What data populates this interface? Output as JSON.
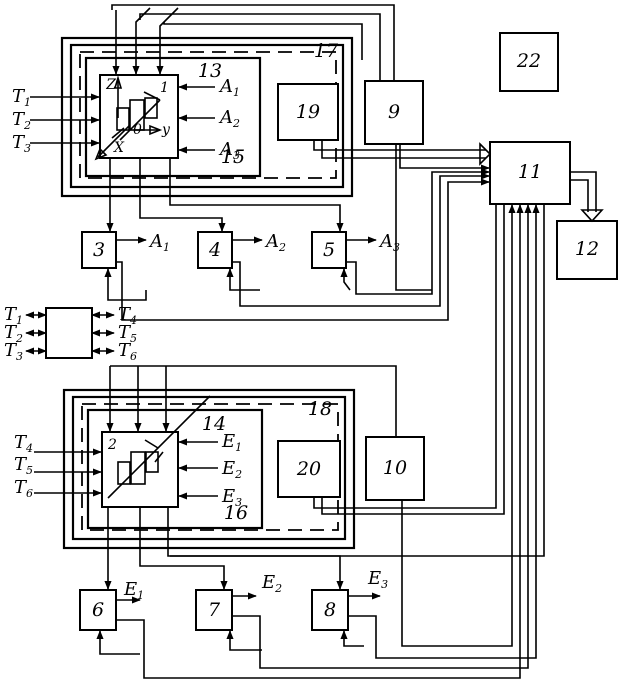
{
  "blocks": {
    "b1": "1",
    "b2": "2",
    "b3": "3",
    "b4": "4",
    "b5": "5",
    "b6": "6",
    "b7": "7",
    "b8": "8",
    "b9": "9",
    "b10": "10",
    "b11": "11",
    "b12": "12",
    "b13": "13",
    "b14": "14",
    "b15": "15",
    "b16": "16",
    "b17": "17",
    "b18": "18",
    "b19": "19",
    "b20": "20",
    "b22": "22"
  },
  "axes": {
    "z": "Z",
    "y": "y",
    "x": "X",
    "o": "0"
  },
  "inputs_top": {
    "t1": "T",
    "t1s": "1",
    "t2": "T",
    "t2s": "2",
    "t3": "T",
    "t3s": "3"
  },
  "inputs_bottom": {
    "t4": "T",
    "t4s": "4",
    "t5": "T",
    "t5s": "5",
    "t6": "T",
    "t6s": "6"
  },
  "a_labels": {
    "a": "A",
    "s1": "1",
    "s2": "2",
    "s3": "3"
  },
  "e_labels": {
    "e": "E",
    "s1": "1",
    "s2": "2",
    "s3": "3"
  },
  "switch_left": {
    "t": "T",
    "s1": "1",
    "s2": "2",
    "s3": "3"
  },
  "switch_right": {
    "t": "T",
    "s4": "4",
    "s5": "5",
    "s6": "6"
  }
}
